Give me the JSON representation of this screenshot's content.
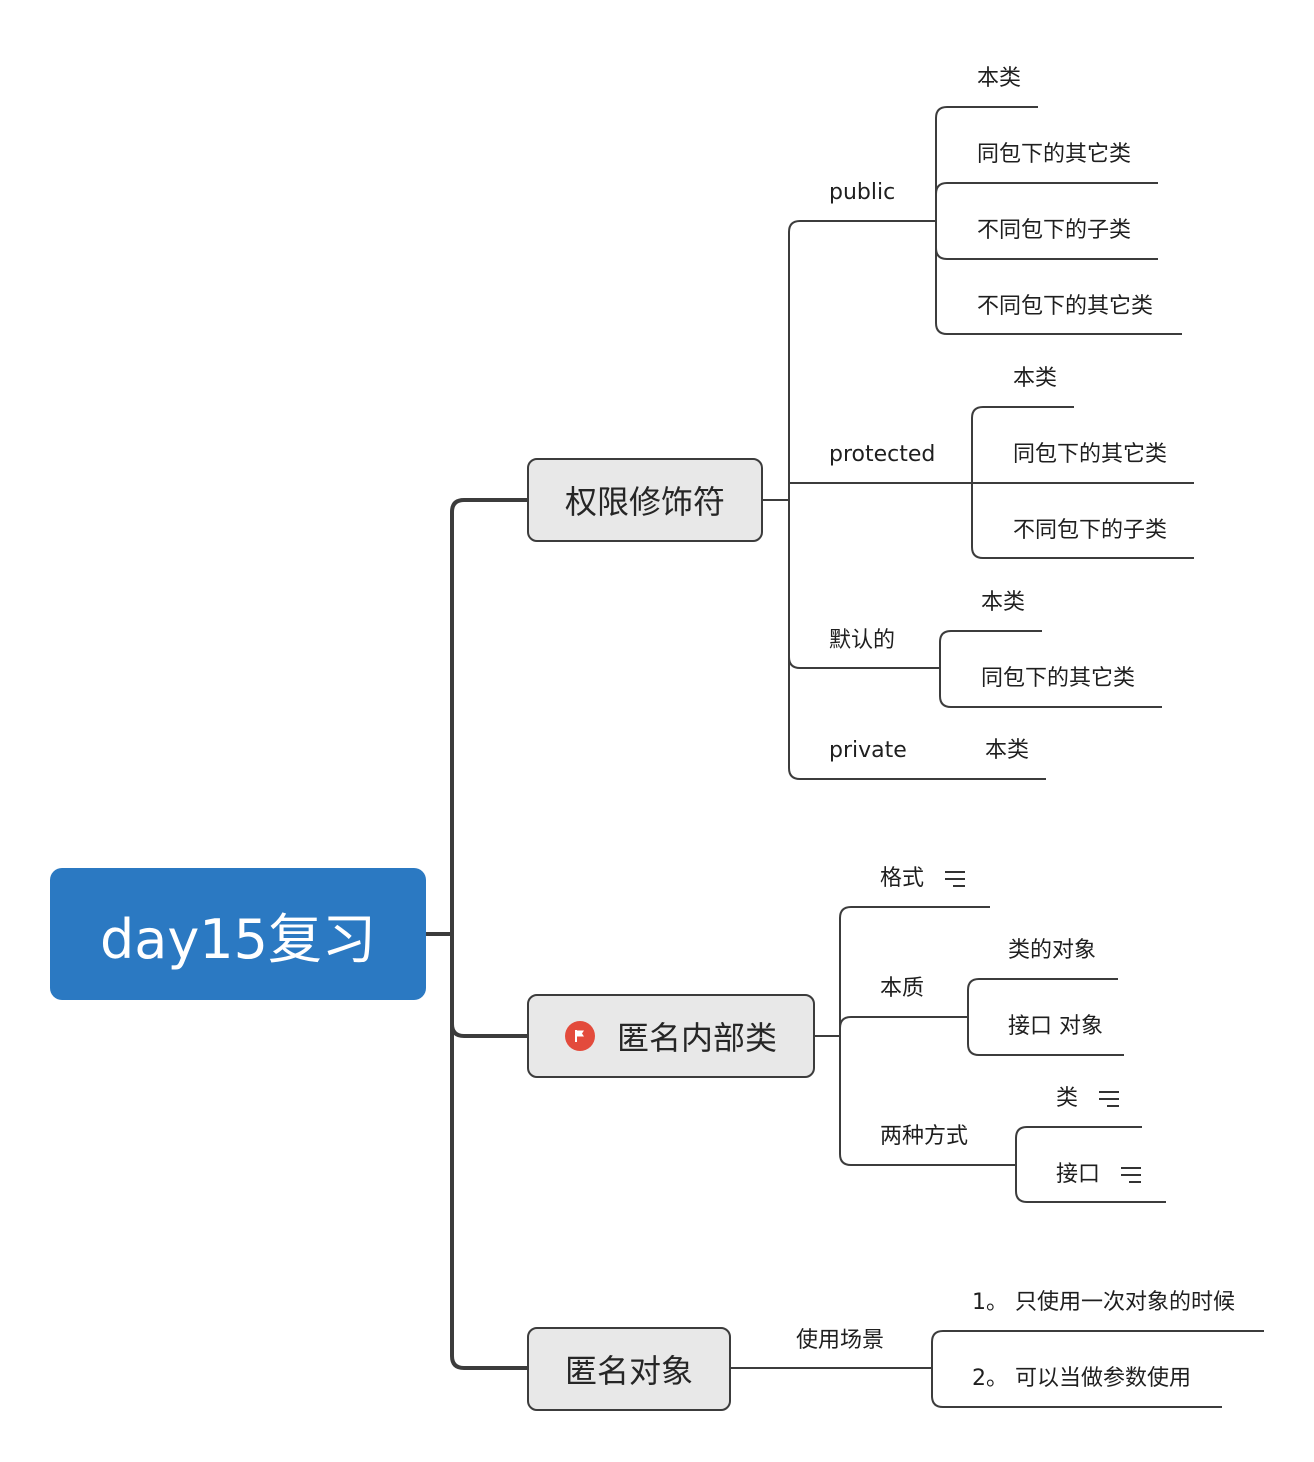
{
  "colors": {
    "root_fill": "#2b79c2",
    "branch_fill": "#e8e8e8",
    "line": "#3c3c3c",
    "flag": "#e34b3c"
  },
  "root": {
    "label": "day15复习"
  },
  "branches": [
    {
      "label": "权限修饰符",
      "children": [
        {
          "label": "public",
          "children": [
            "本类",
            "同包下的其它类",
            "不同包下的子类",
            "不同包下的其它类"
          ]
        },
        {
          "label": "protected",
          "children": [
            "本类",
            "同包下的其它类",
            "不同包下的子类"
          ]
        },
        {
          "label": "默认的",
          "children": [
            "本类",
            "同包下的其它类"
          ]
        },
        {
          "label": "private",
          "children": [
            "本类"
          ]
        }
      ]
    },
    {
      "label": "匿名内部类",
      "marker_icon": "flag-icon",
      "children": [
        {
          "label": "格式",
          "has_notes": true,
          "children": []
        },
        {
          "label": "本质",
          "children": [
            "类的对象",
            "接口 对象"
          ]
        },
        {
          "label": "两种方式",
          "children": [
            "类",
            "接口"
          ],
          "children_have_notes": true
        }
      ]
    },
    {
      "label": "匿名对象",
      "children": [
        {
          "label": "使用场景",
          "children": [
            "1。 只使用一次对象的时候",
            "2。 可以当做参数使用"
          ]
        }
      ]
    }
  ]
}
